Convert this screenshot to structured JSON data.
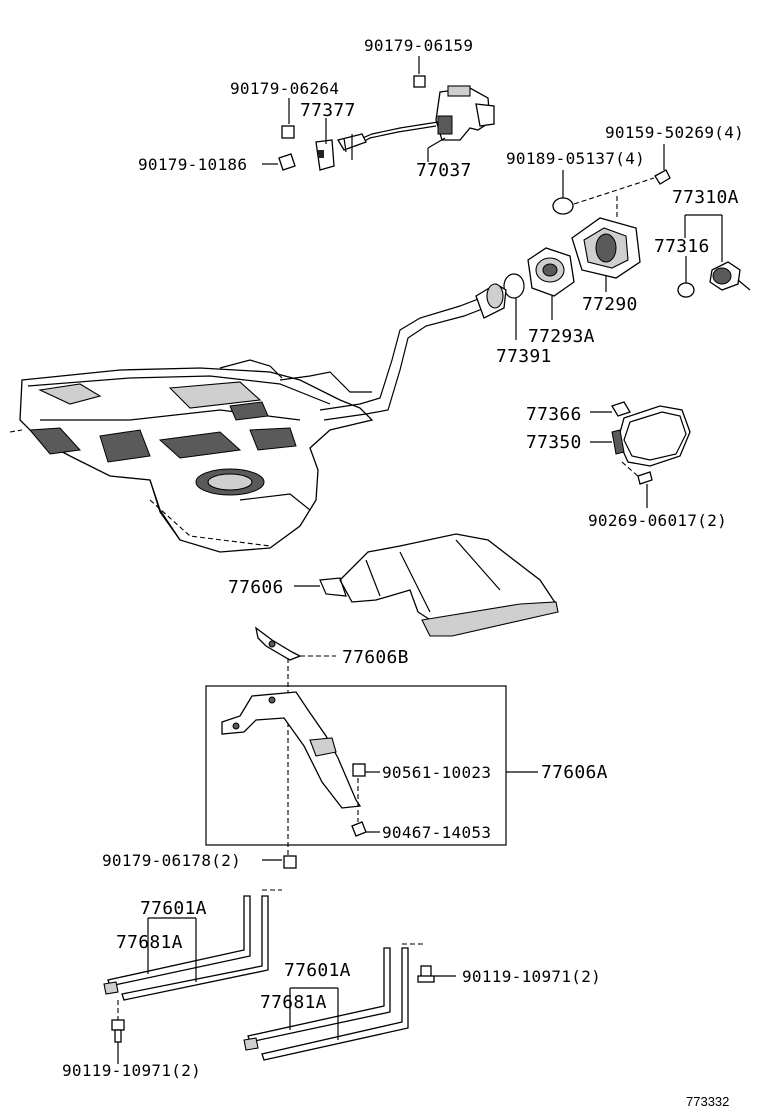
{
  "labels": {
    "p90179_06159": "90179-06159",
    "p90179_06264": "90179-06264",
    "p77377": "77377",
    "p90179_10186": "90179-10186",
    "p77037": "77037",
    "p90159_50269": "90159-50269(4)",
    "p90189_05137": "90189-05137(4)",
    "p77310A": "77310A",
    "p77316": "77316",
    "p77290": "77290",
    "p77293A": "77293A",
    "p77391": "77391",
    "p77366": "77366",
    "p77350": "77350",
    "p90269_06017": "90269-06017(2)",
    "p77606": "77606",
    "p77606B": "77606B",
    "p90561_10023": "90561-10023",
    "p77606A": "77606A",
    "p90467_14053": "90467-14053",
    "p90179_06178": "90179-06178(2)",
    "p77601A_1": "77601A",
    "p77681A_1": "77681A",
    "p77601A_2": "77601A",
    "p77681A_2": "77681A",
    "p90119_10971_r": "90119-10971(2)",
    "p90119_10971_b": "90119-10971(2)"
  },
  "figure_id": "773332"
}
